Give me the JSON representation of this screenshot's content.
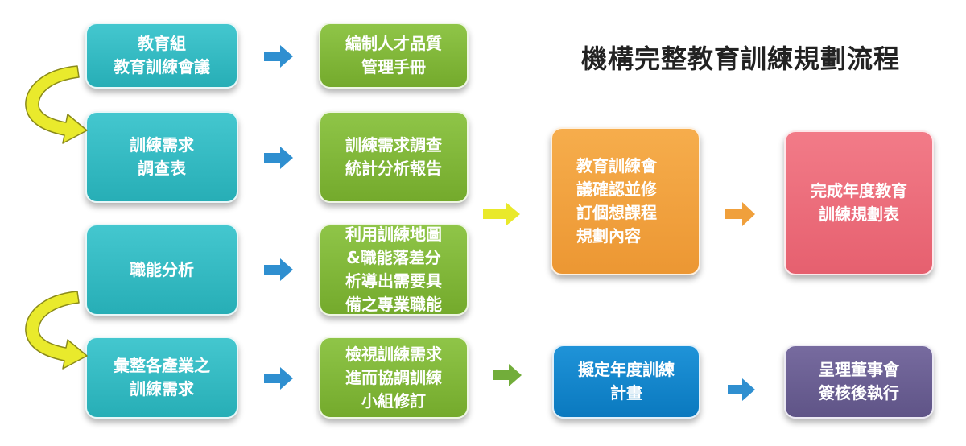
{
  "title": "機構完整教育訓練規劃流程",
  "boxes": {
    "edu_group": "教育組\n教育訓練會議",
    "manual": "編制人才品質\n管理手冊",
    "needs_survey": "訓練需求\n調查表",
    "needs_report": "訓練需求調查\n統計分析報告",
    "competency_analysis": "職能分析",
    "competency_map": "利用訓練地圖\n&職能落差分\n析導出需要具\n備之專業職能",
    "industry_needs": "彙整各產業之\n訓練需求",
    "review_needs": "檢視訓練需求\n進而協調訓練\n小組修訂",
    "meeting_confirm": "教育訓練會\n議確認並修\n訂個想課程\n規劃內容",
    "annual_table": "完成年度教育\n訓練規劃表",
    "annual_plan": "擬定年度訓練\n計畫",
    "board_approval": "呈理董事會\n簽核後執行"
  },
  "colors": {
    "teal": "#2fb5bd",
    "green": "#7cb333",
    "orange": "#f0a03c",
    "pink": "#eb6b79",
    "blue": "#1185cb",
    "purple": "#675c8f",
    "arrow_blue": "#2f8fd0",
    "arrow_yellow": "#e9e92a",
    "arrow_green": "#72ad3a",
    "arrow_orange": "#f0a03c"
  }
}
